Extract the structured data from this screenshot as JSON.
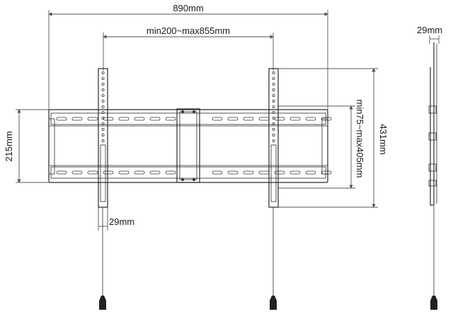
{
  "dimensions": {
    "overall_width": "890mm",
    "vesa_width_range": "min200~max855mm",
    "frame_height": "215mm",
    "vesa_height_range": "min75~max405mm",
    "bracket_height": "431mm",
    "arm_width": "29mm",
    "profile_depth": "29mm"
  }
}
